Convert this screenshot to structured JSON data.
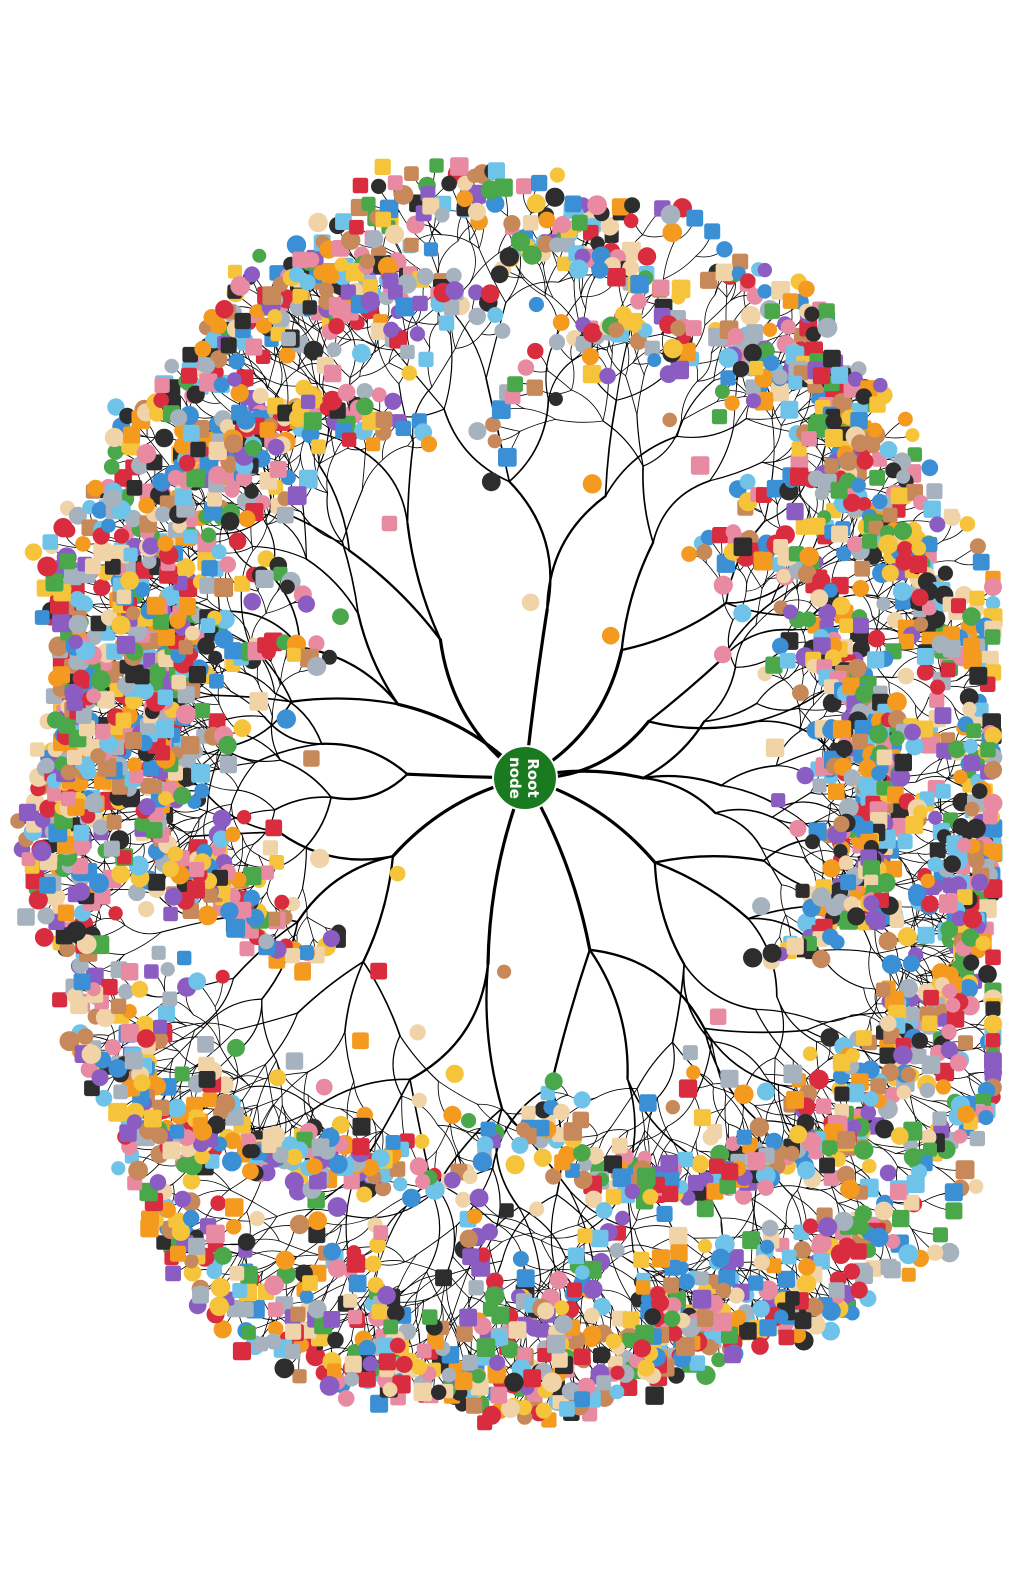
{
  "diagram": {
    "type": "radial-tree",
    "root": {
      "label_line1": "Root",
      "label_line2": "node",
      "color": "#1a7a1f"
    },
    "leaf_palette": [
      "#f6c43a",
      "#3b8fd4",
      "#d92d3f",
      "#f39a1f",
      "#8b5cc2",
      "#4aa84b",
      "#a6b2bd",
      "#c8895a",
      "#e98aa3",
      "#2d2d2d",
      "#6fc3e8",
      "#f1d3a8"
    ],
    "seed": 7
  }
}
